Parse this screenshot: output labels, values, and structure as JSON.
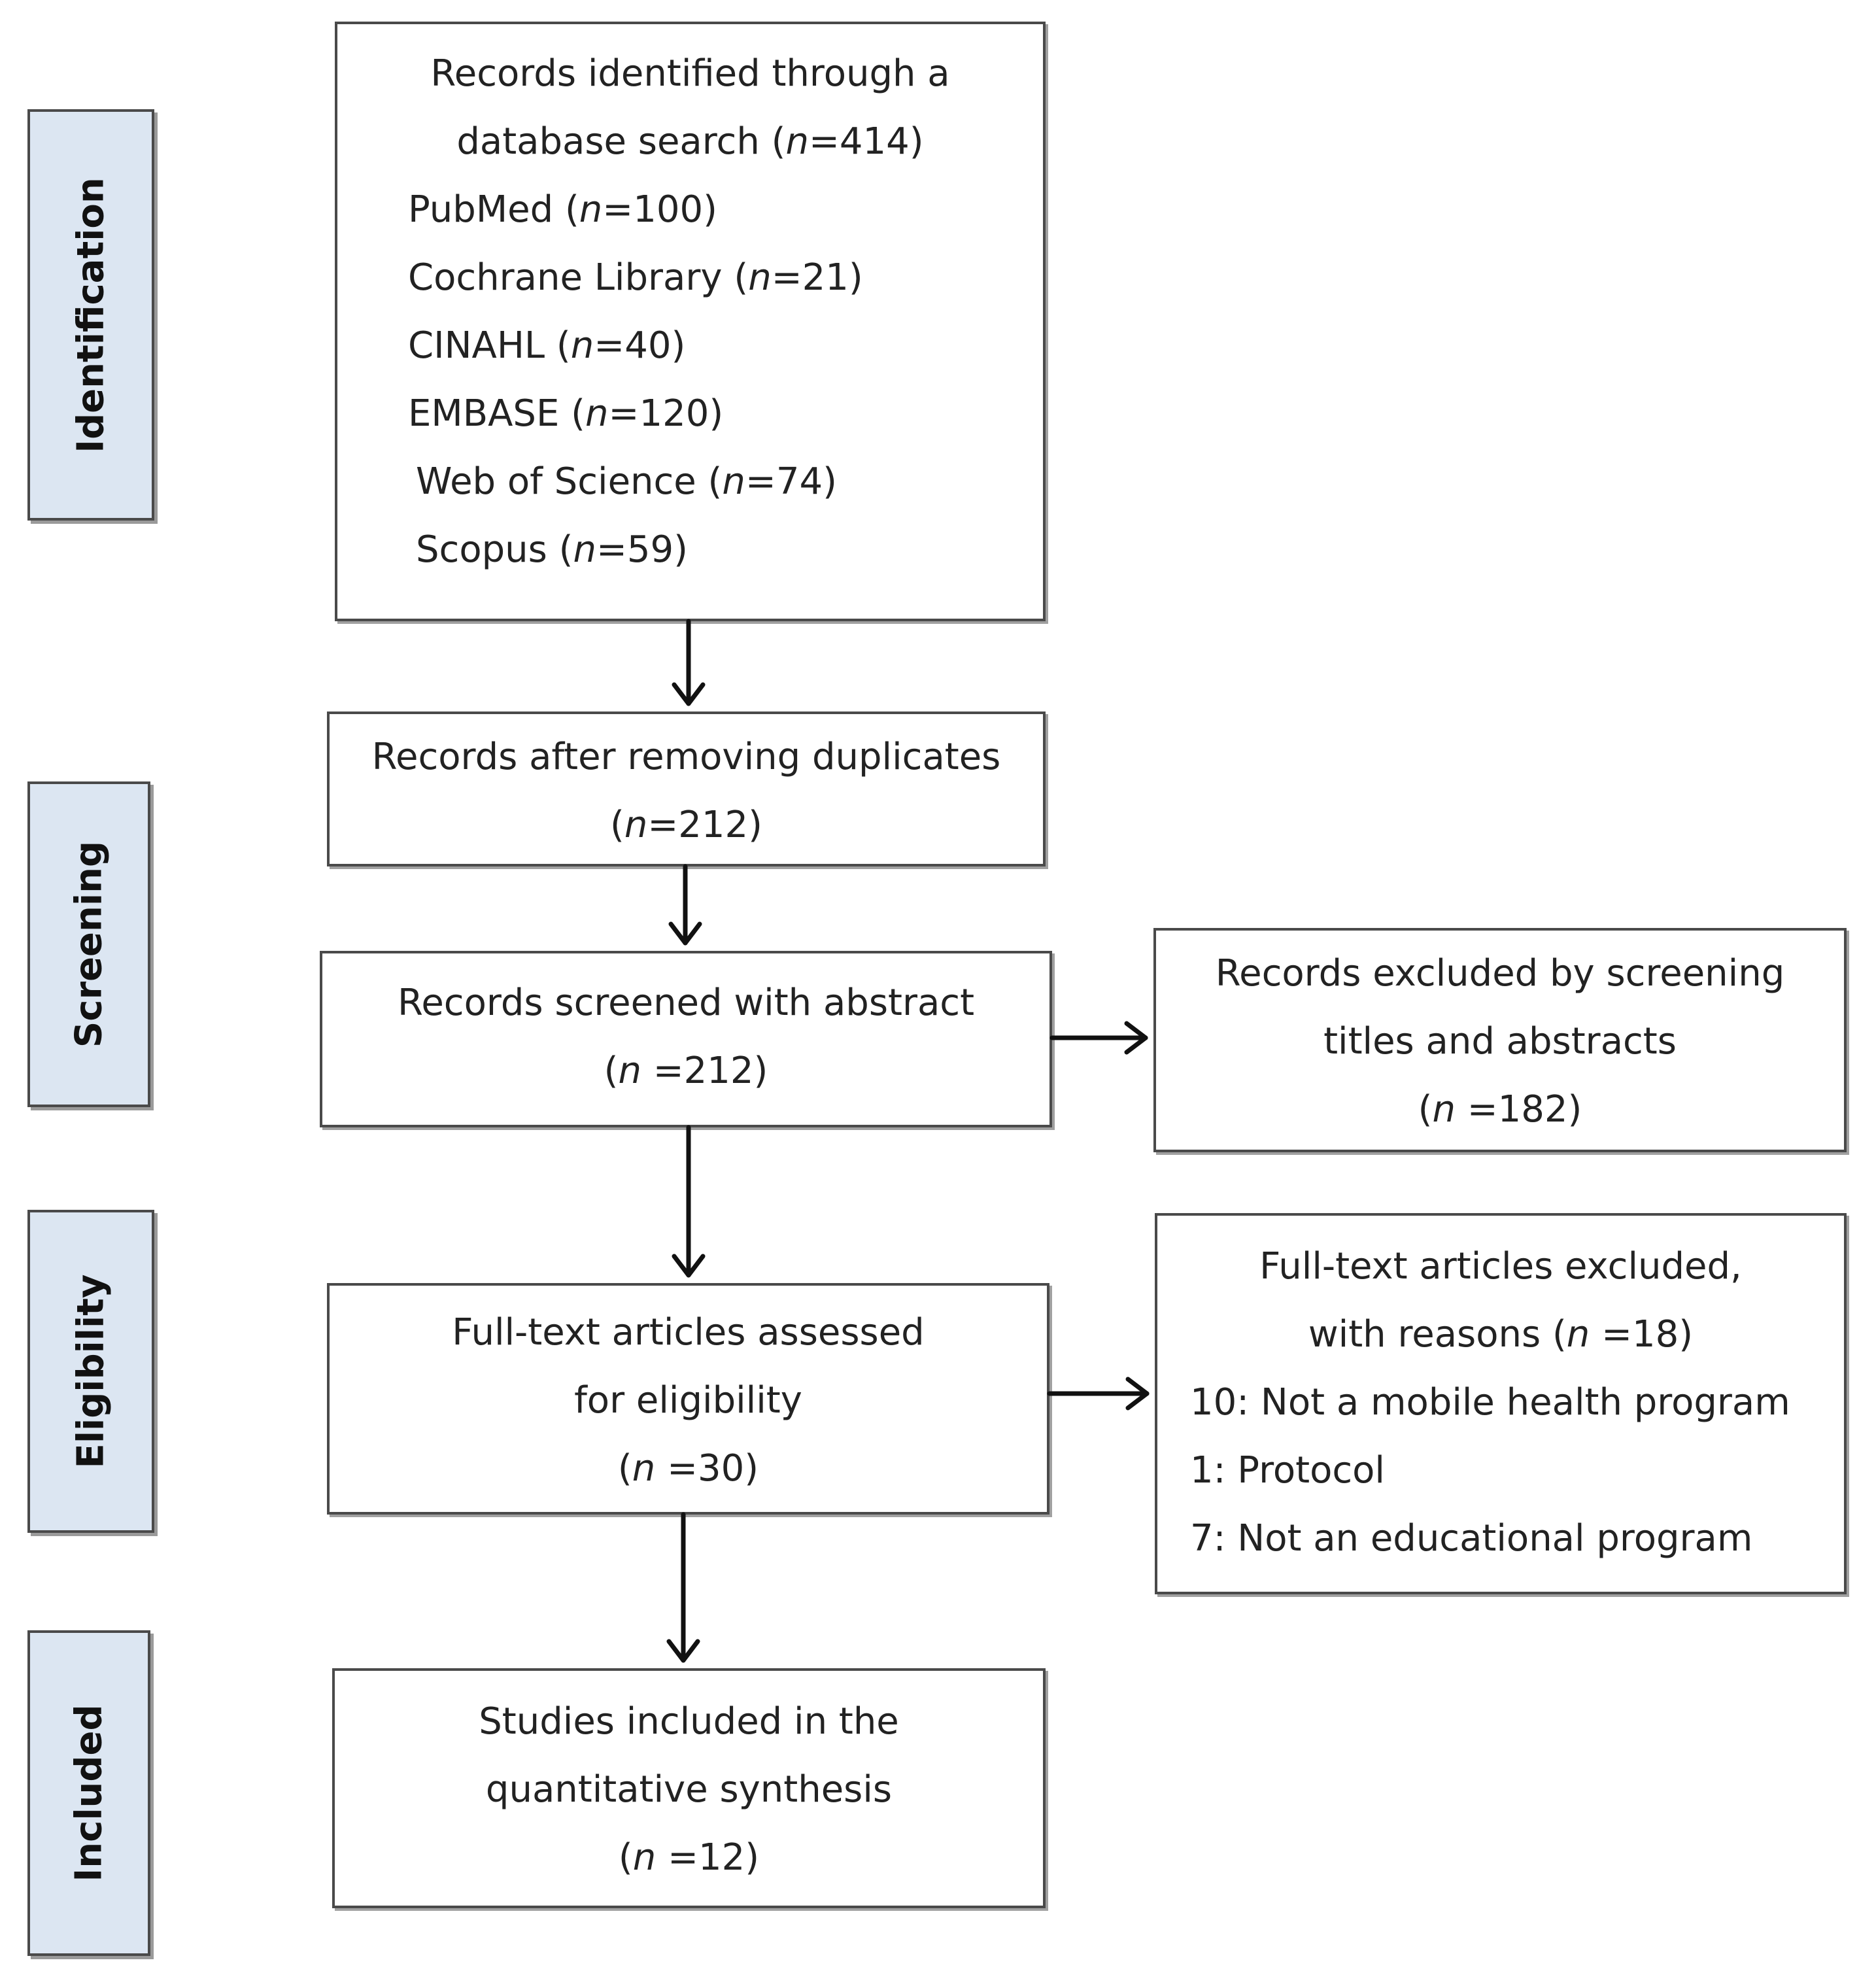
{
  "phases": {
    "identification": "Identification",
    "screening": "Screening",
    "eligibility": "Eligibility",
    "included": "Included"
  },
  "identified": {
    "line1": "Records identified through a",
    "line2_pre": "database search (",
    "n": "n",
    "line2_post": "=414)",
    "sources": [
      {
        "pre": "PubMed (",
        "post": "=100)"
      },
      {
        "pre": "Cochrane Library (",
        "post": "=21)"
      },
      {
        "pre": "CINAHL (",
        "post": "=40)"
      },
      {
        "pre": "EMBASE (",
        "post": "=120)"
      },
      {
        "pre": "Web of Science (",
        "post": "=74)"
      },
      {
        "pre": "Scopus (",
        "post": "=59)"
      }
    ]
  },
  "deduplicated": {
    "line1": "Records after removing duplicates",
    "pre": "(",
    "post": "=212)"
  },
  "screened": {
    "line1": "Records screened with abstract",
    "pre": "(",
    "post": " =212)"
  },
  "excluded_screening": {
    "line1": "Records excluded by screening",
    "line2": "titles and abstracts",
    "pre": "(",
    "post": " =182)"
  },
  "fulltext": {
    "line1": "Full-text articles assessed",
    "line2": "for eligibility",
    "pre": "(",
    "post": " =30)"
  },
  "excluded_fulltext": {
    "line1": "Full-text articles excluded,",
    "line2_pre": "with reasons (",
    "line2_post": " =18)",
    "reasons": [
      "10: Not a mobile health program",
      "1: Protocol",
      "7: Not an educational program"
    ]
  },
  "included": {
    "line1": "Studies included in the",
    "line2": "quantitative synthesis",
    "pre": "(",
    "post": " =12)"
  }
}
